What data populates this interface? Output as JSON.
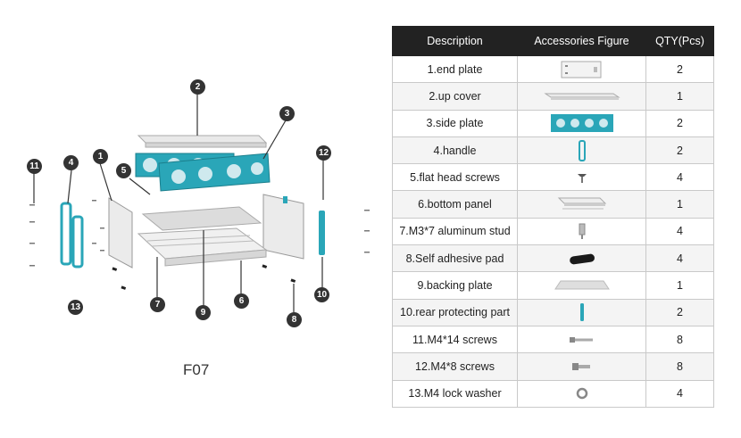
{
  "figure": {
    "label": "F07"
  },
  "callouts": [
    "1",
    "2",
    "3",
    "4",
    "5",
    "6",
    "7",
    "8",
    "9",
    "10",
    "11",
    "12",
    "13"
  ],
  "colors": {
    "teal": "#2aa6b8",
    "dark": "#333333",
    "header": "#222222"
  },
  "table": {
    "headers": [
      "Description",
      "Accessories Figure",
      "QTY(Pcs)"
    ],
    "rows": [
      {
        "desc": "1.end plate",
        "icon": "end-plate-icon",
        "qty": "2"
      },
      {
        "desc": "2.up cover",
        "icon": "up-cover-icon",
        "qty": "1"
      },
      {
        "desc": "3.side plate",
        "icon": "side-plate-icon",
        "qty": "2"
      },
      {
        "desc": "4.handle",
        "icon": "handle-icon",
        "qty": "2"
      },
      {
        "desc": "5.flat head screws",
        "icon": "flat-head-screw-icon",
        "qty": "4"
      },
      {
        "desc": "6.bottom panel",
        "icon": "bottom-panel-icon",
        "qty": "1"
      },
      {
        "desc": "7.M3*7 aluminum stud",
        "icon": "aluminum-stud-icon",
        "qty": "4"
      },
      {
        "desc": "8.Self adhesive pad",
        "icon": "adhesive-pad-icon",
        "qty": "4"
      },
      {
        "desc": "9.backing plate",
        "icon": "backing-plate-icon",
        "qty": "1"
      },
      {
        "desc": "10.rear protecting part",
        "icon": "rear-protecting-part-icon",
        "qty": "2"
      },
      {
        "desc": "11.M4*14 screws",
        "icon": "m4x14-screw-icon",
        "qty": "8"
      },
      {
        "desc": "12.M4*8 screws",
        "icon": "m4x8-screw-icon",
        "qty": "8"
      },
      {
        "desc": "13.M4 lock washer",
        "icon": "lock-washer-icon",
        "qty": "4"
      }
    ]
  }
}
